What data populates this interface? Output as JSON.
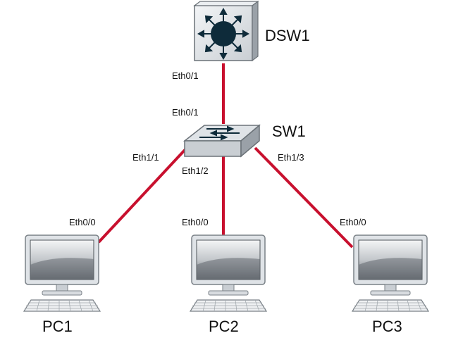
{
  "colors": {
    "link": "#c8102e",
    "device_face": "#dfe3e7",
    "device_shade": "#9aa1a8",
    "device_outline": "#6b7278",
    "core_circle": "#0e2b3a"
  },
  "devices": {
    "dsw1": {
      "label": "DSW1",
      "icon": "multilayer-switch-icon"
    },
    "sw1": {
      "label": "SW1",
      "icon": "switch-icon"
    },
    "pc1": {
      "label": "PC1",
      "icon": "pc-icon"
    },
    "pc2": {
      "label": "PC2",
      "icon": "pc-icon"
    },
    "pc3": {
      "label": "PC3",
      "icon": "pc-icon"
    }
  },
  "links": [
    {
      "a": "DSW1",
      "a_port": "Eth0/1",
      "b": "SW1",
      "b_port": "Eth0/1"
    },
    {
      "a": "SW1",
      "a_port": "Eth1/1",
      "b": "PC1",
      "b_port": "Eth0/0"
    },
    {
      "a": "SW1",
      "a_port": "Eth1/2",
      "b": "PC2",
      "b_port": "Eth0/0"
    },
    {
      "a": "SW1",
      "a_port": "Eth1/3",
      "b": "PC3",
      "b_port": "Eth0/0"
    }
  ]
}
